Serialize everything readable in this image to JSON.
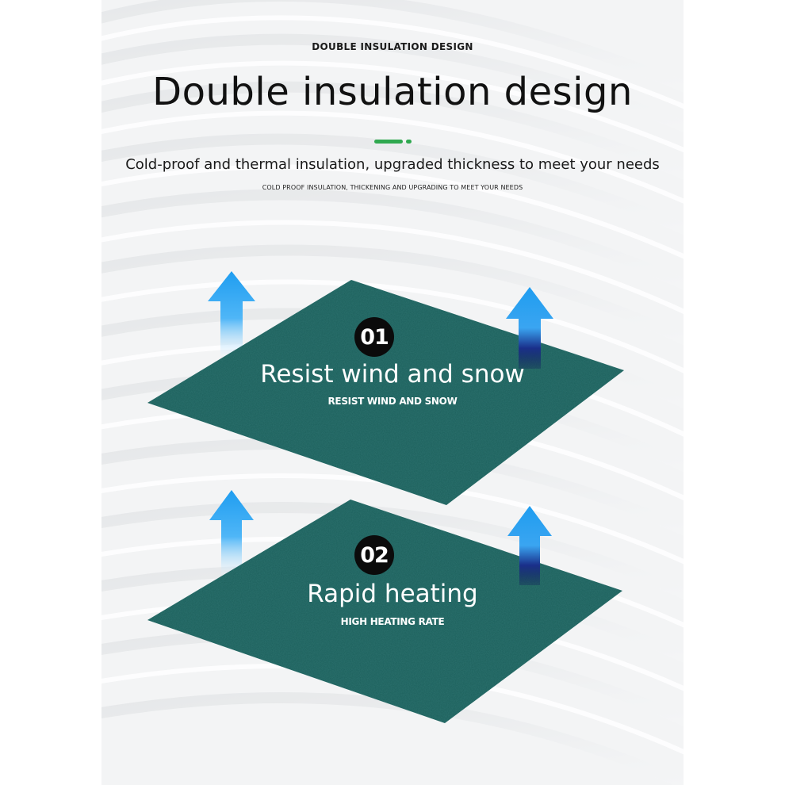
{
  "header": {
    "top_label": "DOUBLE INSULATION DESIGN",
    "title": "Double insulation design",
    "subtitle": "Cold-proof and thermal insulation, upgraded thickness to meet your needs",
    "subtitle_small": "COLD PROOF INSULATION, THICKENING AND UPGRADING TO MEET YOUR NEEDS"
  },
  "cards": [
    {
      "number": "01",
      "title": "Resist wind and snow",
      "subtitle": "RESIST WIND AND SNOW"
    },
    {
      "number": "02",
      "title": "Rapid heating",
      "subtitle": "HIGH HEATING RATE"
    }
  ],
  "colors": {
    "accent": "#2fa84f",
    "fabric": "#1c5f5b",
    "arrow": "#1e8fe8",
    "badge": "#0b0b0b"
  },
  "icons": [
    "up-arrow-icon"
  ]
}
